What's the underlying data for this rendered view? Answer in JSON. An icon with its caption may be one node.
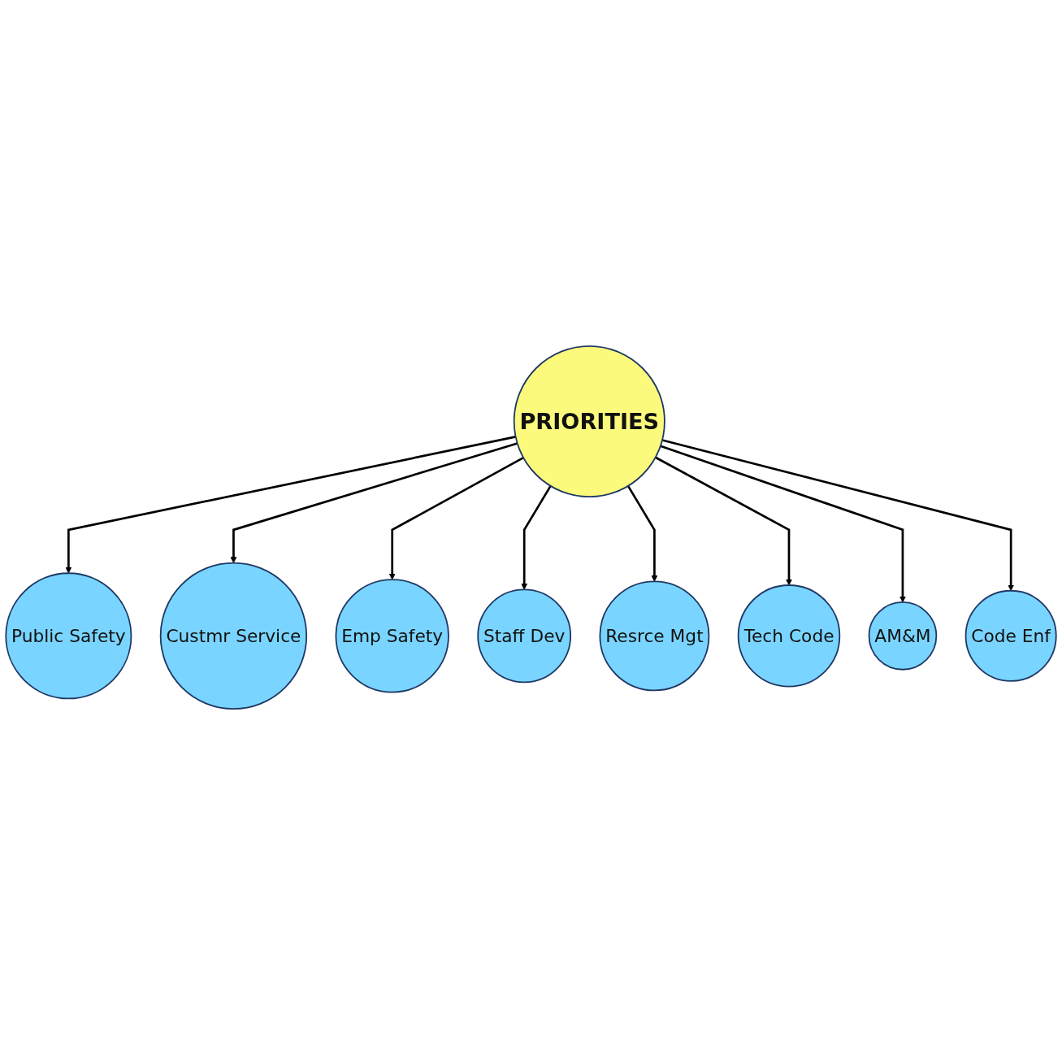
{
  "diagram": {
    "nodes": [
      {
        "text": [
          "PRIORITIES"
        ]
      },
      {
        "text": [
          "Public Safety"
        ]
      },
      {
        "text": [
          "Custmr Service"
        ]
      },
      {
        "text": [
          "Emp Safety"
        ]
      },
      {
        "text": [
          "Staff Dev"
        ]
      },
      {
        "text": [
          "Resrce Mgt"
        ]
      },
      {
        "text": [
          "Tech Code"
        ]
      },
      {
        "text": [
          "AM&M"
        ]
      },
      {
        "text": [
          "Code Enf"
        ]
      }
    ],
    "edges": [
      {
        "from": 0,
        "to": 1,
        "arrow": "to"
      },
      {
        "from": 0,
        "to": 2,
        "arrow": "to"
      },
      {
        "from": 0,
        "to": 3,
        "arrow": "to"
      },
      {
        "from": 0,
        "to": 4,
        "arrow": "to"
      },
      {
        "from": 0,
        "to": 5,
        "arrow": "to"
      },
      {
        "from": 0,
        "to": 6,
        "arrow": "to"
      },
      {
        "from": 0,
        "to": 7,
        "arrow": "to"
      },
      {
        "from": 0,
        "to": 8,
        "arrow": "to"
      }
    ]
  }
}
